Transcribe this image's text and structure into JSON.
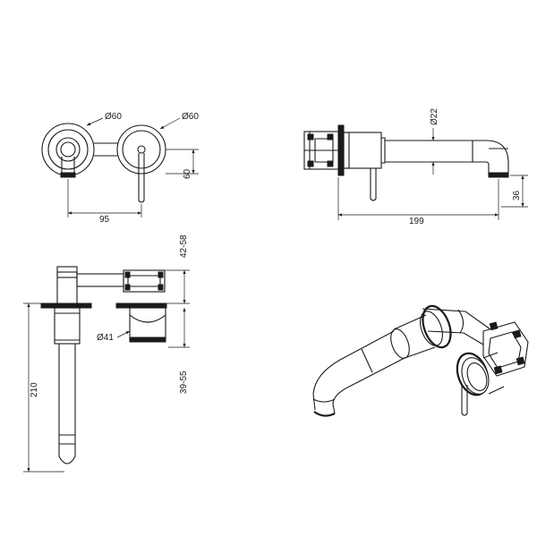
{
  "dimensions": {
    "front_left_diameter": "Ø60",
    "front_right_diameter": "Ø60",
    "front_width": "95",
    "front_height": "60",
    "side_spout_diameter": "Ø22",
    "side_length": "199",
    "side_outlet_height": "36",
    "plan_depth_top": "42-58",
    "plan_diameter": "Ø41",
    "plan_depth_bottom": "39-55",
    "plan_length": "210"
  }
}
